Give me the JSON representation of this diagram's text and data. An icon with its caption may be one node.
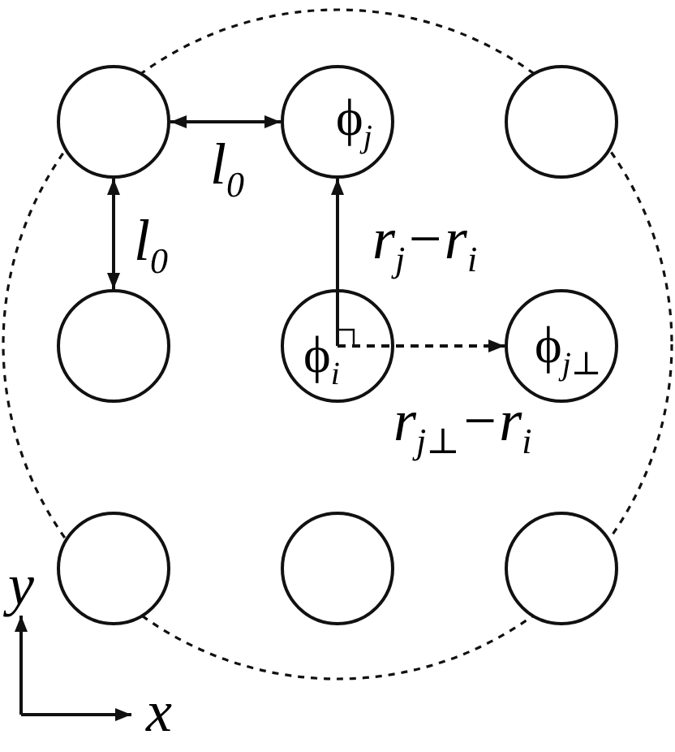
{
  "diagram": {
    "nodes": [
      {
        "text": [],
        "shape": "circle"
      },
      {
        "text": [
          "ϕ$_{j}$"
        ]
      },
      {
        "text": [],
        "shape": "circle"
      },
      {
        "text": [],
        "shape": "circle"
      },
      {
        "text": [
          "ϕ$_{i}$"
        ]
      },
      {
        "text": [
          "ϕ$_{j⊥}$"
        ]
      },
      {
        "text": [],
        "shape": "circle"
      },
      {
        "text": [],
        "shape": "circle"
      },
      {
        "text": [],
        "shape": "circle"
      }
    ],
    "edges": [
      {
        "from": 0,
        "to": 1,
        "arrow": "both",
        "label": "l$_{0}$"
      },
      {
        "from": 0,
        "to": 3,
        "arrow": "both",
        "label": "l$_{0}$"
      },
      {
        "from": 4,
        "to": 1,
        "arrow": "to",
        "label": "r$_{j}$−r$_{i}$"
      },
      {
        "from": 4,
        "to": 5,
        "arrow": "to",
        "style": "dashed",
        "label": "r$_{j⊥}$−r$_{i}$"
      }
    ],
    "labels": [
      "y",
      "x"
    ]
  }
}
